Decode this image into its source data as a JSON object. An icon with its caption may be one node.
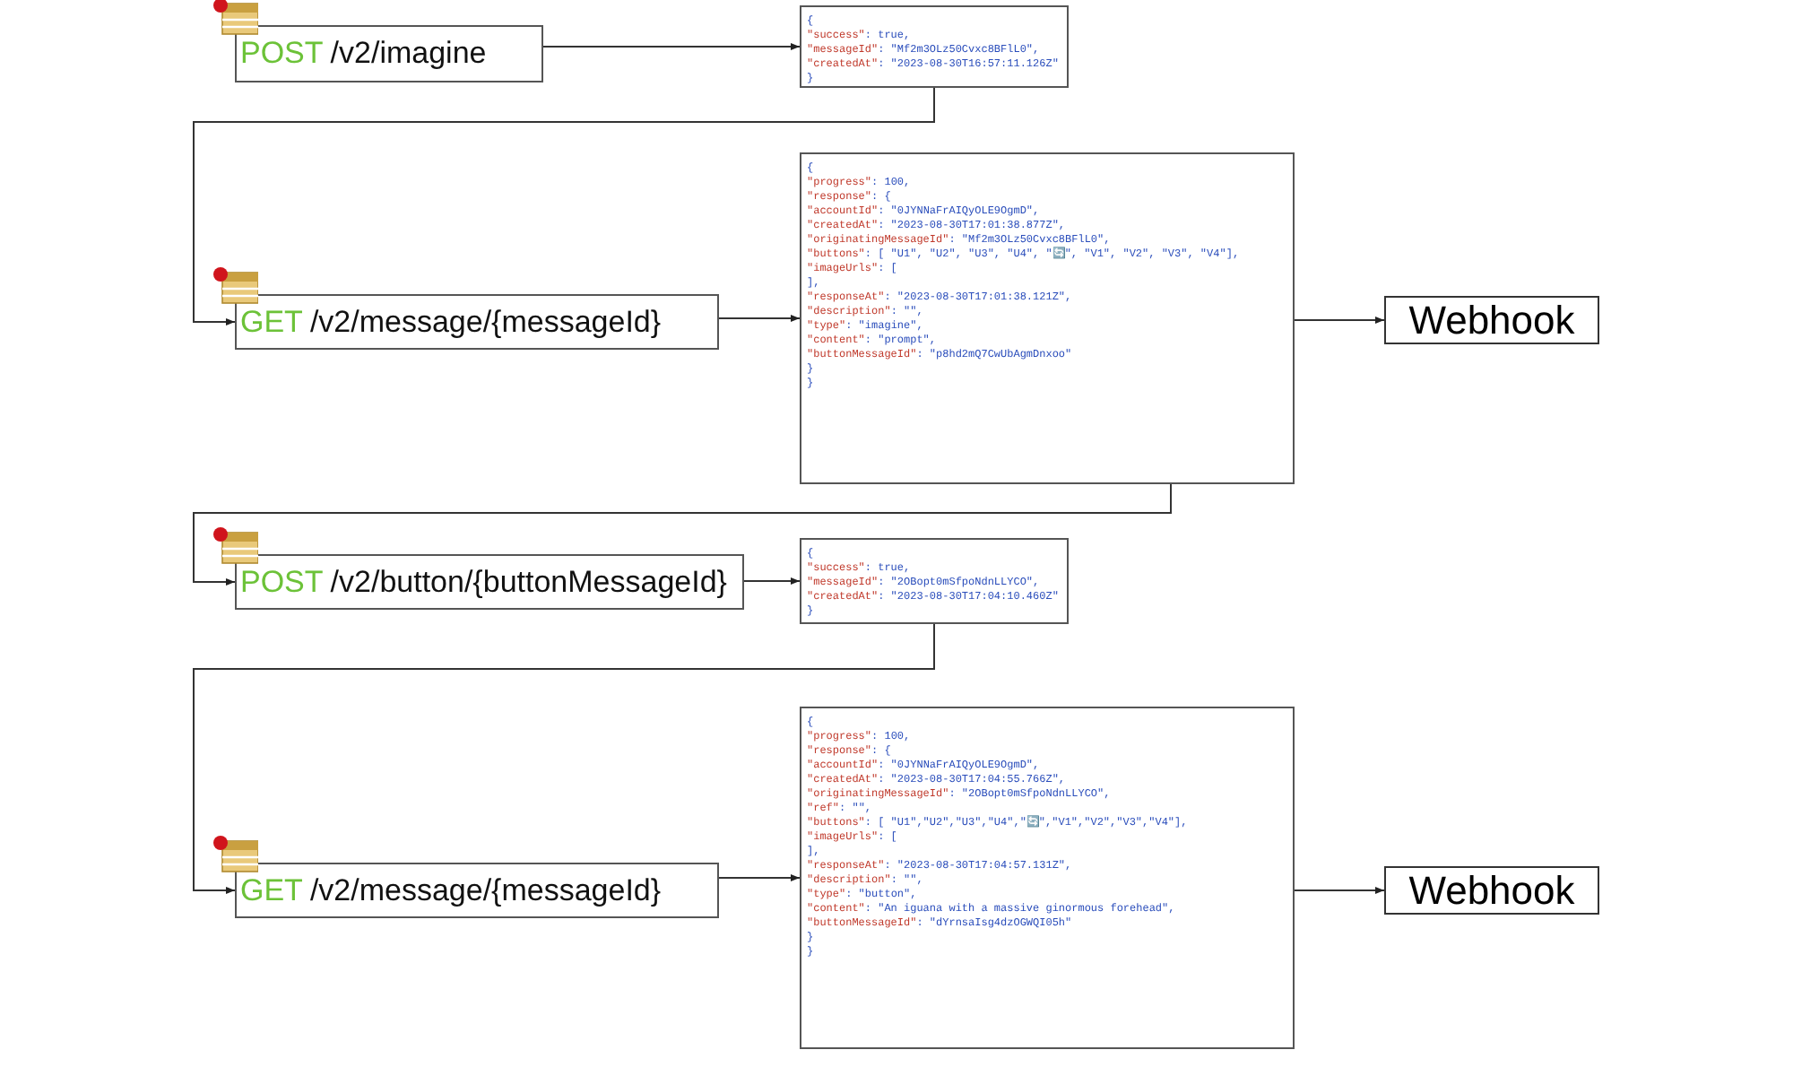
{
  "diagram": {
    "nodes": [
      {
        "text": [
          "POST",
          "/v2/imagine"
        ]
      },
      {
        "text": [
          "{",
          "\"success\": true,",
          "\"messageId\": \"Mf2m3OLz50Cvxc8BFlL0\",",
          "\"createdAt\": \"2023-08-30T16:57:11.126Z\"",
          "}"
        ]
      },
      {
        "text": [
          "GET",
          "/v2/message/{messageId}"
        ]
      },
      {
        "text": [
          "{",
          "\"progress\": 100,",
          "\"response\": {",
          "\"accountId\": \"0JYNNaFrAIQyOLE9OgmD\",",
          "\"createdAt\": \"2023-08-30T17:01:38.877Z\",",
          "\"originatingMessageId\": \"Mf2m3OLz50Cvxc8BFlL0\",",
          "\"buttons\": [ \"U1\", \"U2\", \"U3\", \"U4\", \"🔄\", \"V1\", \"V2\", \"V3\", \"V4\"],",
          "\"imageUrls\": [",
          "],",
          "\"responseAt\": \"2023-08-30T17:01:38.121Z\",",
          "\"description\": \"\",",
          "\"type\": \"imagine\",",
          "\"content\": \"prompt\",",
          "\"buttonMessageId\": \"p8hd2mQ7CwUbAgmDnxoo\"",
          "}",
          "}"
        ]
      },
      {
        "text": [
          "Webhook"
        ]
      },
      {
        "text": [
          "POST",
          "/v2/button/{buttonMessageId}"
        ]
      },
      {
        "text": [
          "{",
          "\"success\": true,",
          "\"messageId\": \"2OBopt0mSfpoNdnLLYCO\",",
          "\"createdAt\": \"2023-08-30T17:04:10.460Z\"",
          "}"
        ]
      },
      {
        "text": [
          "GET",
          "/v2/message/{messageId}"
        ]
      },
      {
        "text": [
          "{",
          "\"progress\": 100,",
          "\"response\": {",
          "\"accountId\": \"0JYNNaFrAIQyOLE9OgmD\",",
          "\"createdAt\": \"2023-08-30T17:04:55.766Z\",",
          "\"originatingMessageId\": \"2OBopt0mSfpoNdnLLYCO\",",
          "\"ref\": \"\",",
          "\"buttons\": [ \"U1\",\"U2\",\"U3\",\"U4\",\"🔄\",\"V1\",\"V2\",\"V3\",\"V4\"],",
          "\"imageUrls\": [",
          "],",
          "\"responseAt\": \"2023-08-30T17:04:57.131Z\",",
          "\"description\": \"\",",
          "\"type\": \"button\",",
          "\"content\": \"An iguana with a massive ginormous forehead\",",
          "\"buttonMessageId\": \"dYrnsaIsg4dzOGWQI05h\"",
          "}",
          "}"
        ]
      },
      {
        "text": [
          "Webhook"
        ]
      }
    ],
    "edges": [
      {
        "from": 0,
        "to": 1,
        "arrow": "to"
      },
      {
        "from": 1,
        "to": 2,
        "arrow": "to"
      },
      {
        "from": 2,
        "to": 3,
        "arrow": "to"
      },
      {
        "from": 3,
        "to": 4,
        "arrow": "to"
      },
      {
        "from": 3,
        "to": 5,
        "arrow": "to"
      },
      {
        "from": 5,
        "to": 6,
        "arrow": "to"
      },
      {
        "from": 6,
        "to": 7,
        "arrow": "to"
      },
      {
        "from": 7,
        "to": 8,
        "arrow": "to"
      },
      {
        "from": 8,
        "to": 9,
        "arrow": "to"
      }
    ]
  }
}
